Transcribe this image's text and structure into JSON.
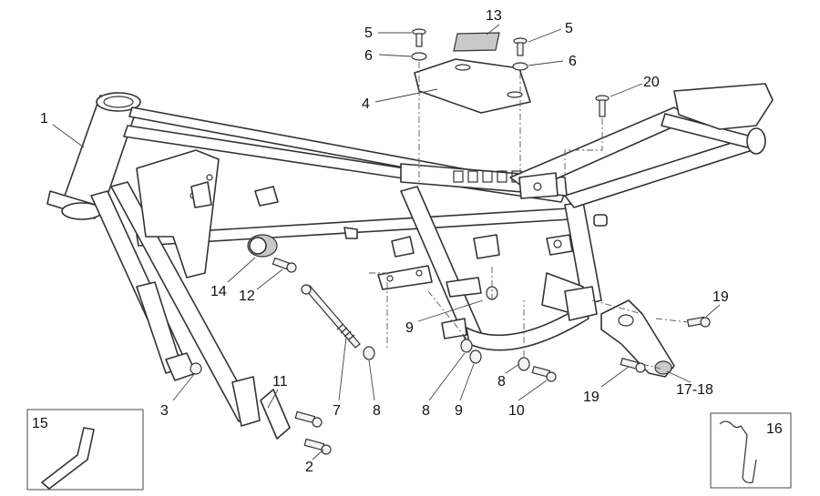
{
  "callouts": {
    "c1": "1",
    "c2": "2",
    "c3": "3",
    "c4": "4",
    "c5a": "5",
    "c5b": "5",
    "c6a": "6",
    "c6b": "6",
    "c7": "7",
    "c8a": "8",
    "c8b": "8",
    "c8c": "8",
    "c9a": "9",
    "c9b": "9",
    "c10": "10",
    "c11": "11",
    "c12": "12",
    "c13": "13",
    "c14": "14",
    "c15": "15",
    "c16": "16",
    "c17_18": "17-18",
    "c19a": "19",
    "c19b": "19",
    "c20": "20"
  }
}
